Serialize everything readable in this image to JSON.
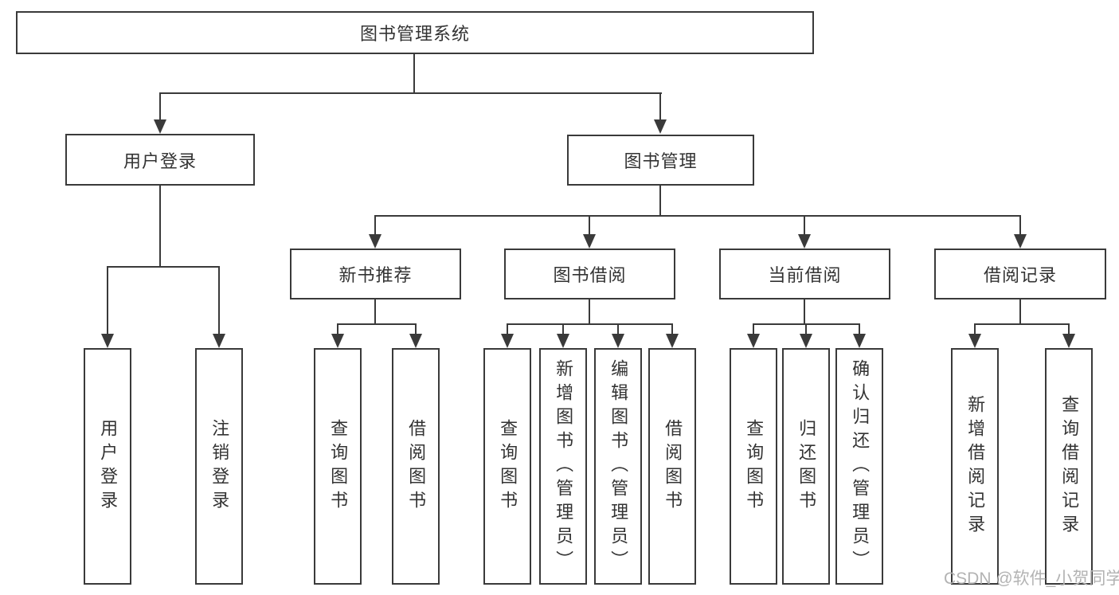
{
  "colors": {
    "line": "#3a3a3a",
    "box_border": "#3a3a3a",
    "box_fill": "#ffffff",
    "text": "#333333",
    "watermark": "#b3b3b3",
    "background": "#ffffff"
  },
  "watermark": {
    "text": "CSDN @软件_小贺同学"
  },
  "tree": {
    "label": "图书管理系统",
    "children": [
      {
        "label": "用户登录",
        "children": [
          {
            "label": "用户登录"
          },
          {
            "label": "注销登录"
          }
        ]
      },
      {
        "label": "图书管理",
        "children": [
          {
            "label": "新书推荐",
            "children": [
              {
                "label": "查询图书"
              },
              {
                "label": "借阅图书"
              }
            ]
          },
          {
            "label": "图书借阅",
            "children": [
              {
                "label": "查询图书"
              },
              {
                "label": "新增图书（管理员）"
              },
              {
                "label": "编辑图书（管理员）"
              },
              {
                "label": "借阅图书"
              }
            ]
          },
          {
            "label": "当前借阅",
            "children": [
              {
                "label": "查询图书"
              },
              {
                "label": "归还图书"
              },
              {
                "label": "确认归还（管理员）"
              }
            ]
          },
          {
            "label": "借阅记录",
            "children": [
              {
                "label": "新增借阅记录"
              },
              {
                "label": "查询借阅记录"
              }
            ]
          }
        ]
      }
    ]
  }
}
